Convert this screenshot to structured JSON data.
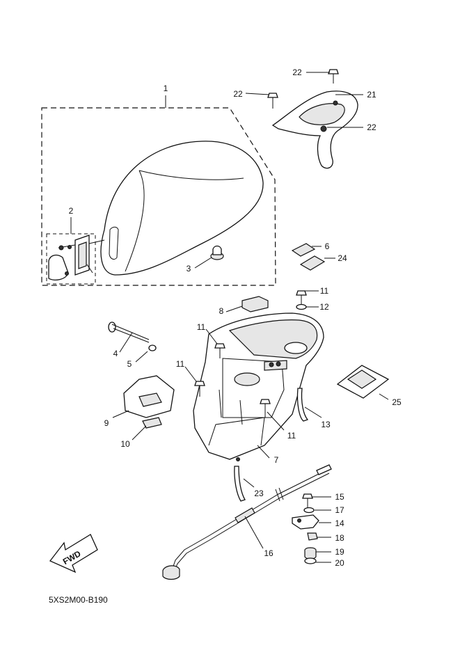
{
  "callouts": [
    "1",
    "2",
    "3",
    "4",
    "5",
    "6",
    "7",
    "8",
    "9",
    "10",
    "11",
    "12",
    "13",
    "14",
    "15",
    "16",
    "17",
    "18",
    "19",
    "20",
    "21",
    "22",
    "23",
    "24",
    "25"
  ],
  "arrow_label": "FWD",
  "diagram_code": "5XS2M00-B190"
}
